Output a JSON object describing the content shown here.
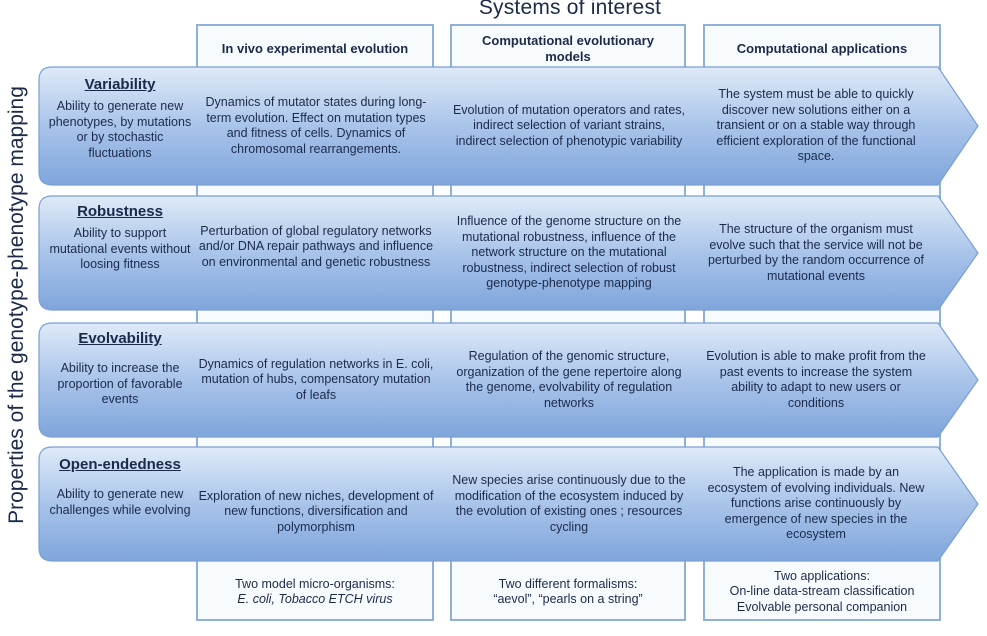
{
  "title": "Systems of interest",
  "side_title": "Properties of the genotype-phenotype mapping",
  "columns": [
    "In vivo experimental evolution",
    "Computational evolutionary models",
    "Computational applications"
  ],
  "rows": [
    {
      "title": "Variability",
      "desc": "Ability to generate new phenotypes, by mutations or by stochastic fluctuations",
      "cells": [
        "Dynamics of mutator states during long-term evolution. Effect on mutation types and fitness of cells. Dynamics of chromosomal rearrangements.",
        "Evolution of mutation operators and rates, indirect selection of variant strains, indirect selection of phenotypic variability",
        "The system must be able to quickly discover new solutions either on a transient or on a stable way through efficient exploration of the functional space."
      ]
    },
    {
      "title": "Robustness",
      "desc": "Ability to support mutational events without loosing fitness",
      "cells": [
        "Perturbation of global regulatory networks and/or DNA repair pathways and influence on environmental and genetic robustness",
        "Influence of the genome structure on the mutational robustness, influence of the network structure on the mutational robustness, indirect selection of robust genotype-phenotype mapping",
        "The  structure of the organism must evolve such that the service will not be perturbed by the random occurrence of mutational events"
      ]
    },
    {
      "title": "Evolvability",
      "desc": "Ability to increase the proportion of favorable events",
      "cells": [
        "Dynamics of regulation networks in E. coli, mutation of hubs, compensatory mutation of leafs",
        "Regulation of the genomic structure, organization of the gene repertoire along the genome, evolvability of regulation networks",
        "Evolution is able to make profit from the past events to increase the system ability to adapt to new users or conditions"
      ]
    },
    {
      "title": "Open-endedness",
      "desc": "Ability to generate new challenges while evolving",
      "cells": [
        "Exploration of new niches, development of new functions, diversification and polymorphism",
        "New species arise continuously due to the modification of the ecosystem induced by the evolution of existing ones ; resources cycling",
        "The application is made by an ecosystem of evolving individuals. New functions arise continuously by emergence of new species in the ecosystem"
      ]
    }
  ],
  "footer": {
    "c1_line1": "Two model micro-organisms:",
    "c1_line2": "E. coli, Tobacco ETCH virus",
    "c2_line1": "Two different formalisms:",
    "c2_line2": "“aevol”, “pearls on a string”",
    "c3_line1": "Two applications:",
    "c3_line2": "On-line data-stream classification",
    "c3_line3": "Evolvable personal companion"
  },
  "colors": {
    "band_light": "#d2e1f5",
    "band_dark": "#8aaee0",
    "band_edge": "#7a9fd4",
    "frame": "#8fb0d9",
    "text": "#1c2a4a"
  }
}
